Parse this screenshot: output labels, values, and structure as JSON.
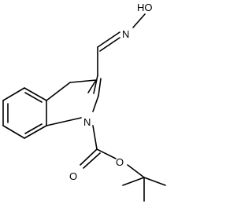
{
  "molecule": {
    "labels": {
      "hydroxyl": "HO",
      "oxime_n": "N",
      "ring_n": "N",
      "carbonyl_o": "O",
      "ester_o": "O"
    }
  },
  "colors": {
    "bond": "#000000",
    "label": "#000000",
    "background": "#ffffff"
  }
}
